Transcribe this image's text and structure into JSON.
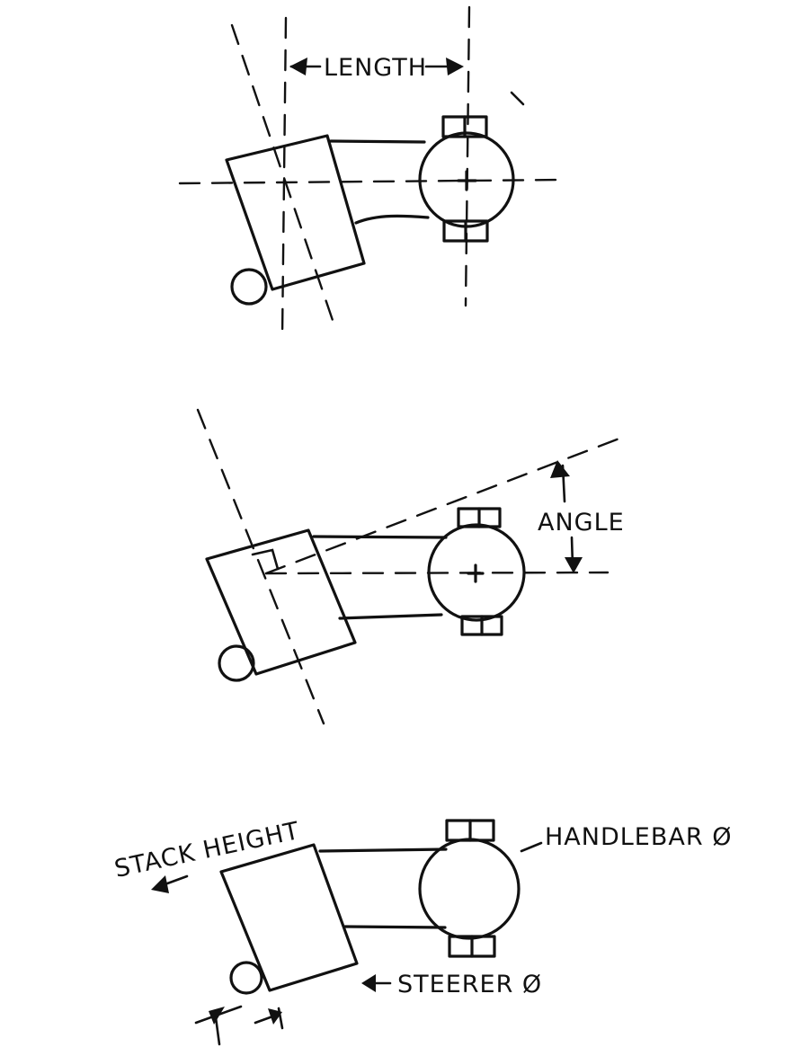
{
  "labels": {
    "length": "LENGTH",
    "angle": "ANGLE",
    "stack_height": "STACK HEIGHT",
    "handlebar_diameter": "HANDLEBAR Ø",
    "steerer_diameter": "STEERER Ø"
  },
  "colors": {
    "ink": "#111111",
    "paper": "#ffffff"
  }
}
